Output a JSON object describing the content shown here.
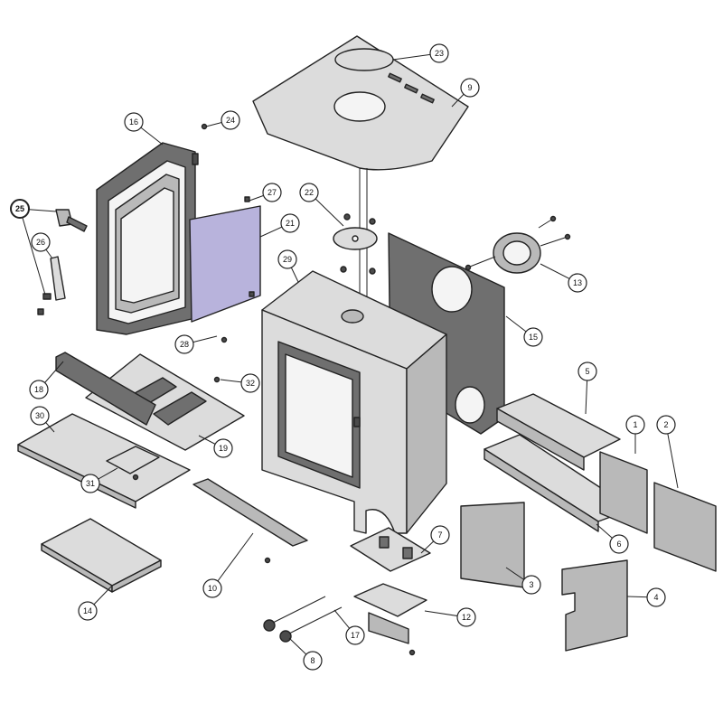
{
  "diagram": {
    "callouts": [
      "1",
      "2",
      "3",
      "4",
      "5",
      "6",
      "7",
      "8",
      "9",
      "10",
      "12",
      "13",
      "14",
      "15",
      "16",
      "17",
      "18",
      "19",
      "21",
      "22",
      "23",
      "24",
      "25",
      "26",
      "27",
      "28",
      "29",
      "30",
      "31",
      "32"
    ]
  },
  "colors": {
    "outline": "#222222",
    "panel_light": "#dcdcdc",
    "panel_mid": "#b9b9b9",
    "panel_dark": "#6f6f6f",
    "glass": "#b8b3dc",
    "background": "#ffffff"
  }
}
